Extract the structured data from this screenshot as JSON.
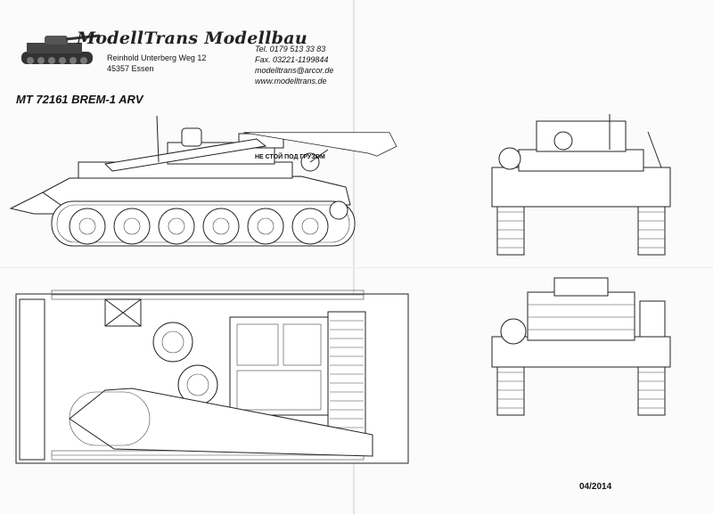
{
  "header": {
    "brand": "ModellTrans Modellbau",
    "address_line1": "Reinhold Unterberg Weg 12",
    "address_line2": "45357 Essen",
    "phone": "Tel. 0179 513 33 83",
    "fax": "Fax. 03221-1199844",
    "email": "modelltrans@arcor.de",
    "web": "www.modelltrans.de"
  },
  "product": {
    "code_title": "MT 72161  BREM-1 ARV"
  },
  "drawing": {
    "boom_label": "НЕ СТОЙ ПОД ГРУЗОМ"
  },
  "footer": {
    "date": "04/2014"
  }
}
